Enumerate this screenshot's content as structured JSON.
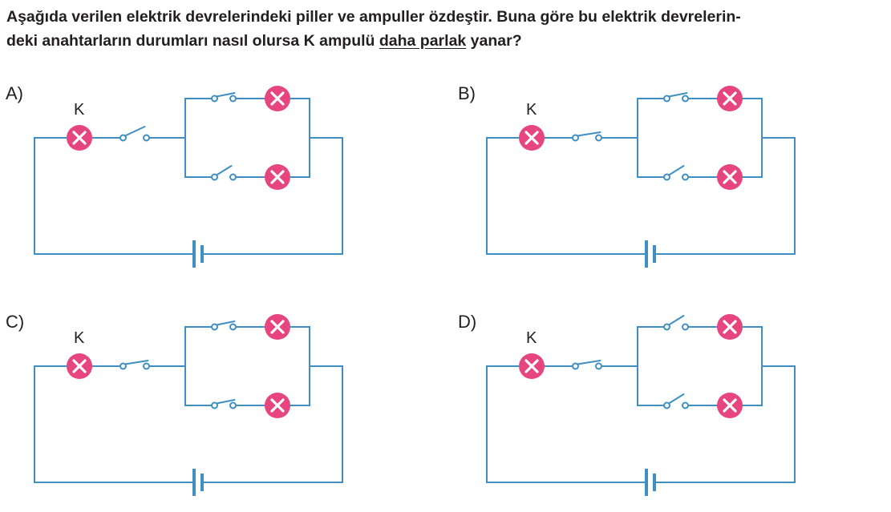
{
  "question": {
    "line1": "Aşağıda verilen elektrik devrelerindeki piller ve ampuller özdeştir. Buna göre bu elektrik devrelerin-",
    "line2_prefix": "deki anahtarların durumları nasıl olursa K ampulü ",
    "line2_underlined": "daha parlak",
    "line2_suffix": " yanar?"
  },
  "colors": {
    "wire": "#3f8fc2",
    "bulb": "#e6457d",
    "text": "#231f20"
  },
  "options": [
    {
      "letter": "A)",
      "k_label": "K",
      "switches": {
        "main": "open",
        "top": "closed",
        "bottom": "open"
      }
    },
    {
      "letter": "B)",
      "k_label": "K",
      "switches": {
        "main": "closed",
        "top": "closed",
        "bottom": "open"
      }
    },
    {
      "letter": "C)",
      "k_label": "K",
      "switches": {
        "main": "closed",
        "top": "closed",
        "bottom": "closed"
      }
    },
    {
      "letter": "D)",
      "k_label": "K",
      "switches": {
        "main": "closed",
        "top": "open",
        "bottom": "open"
      }
    }
  ]
}
